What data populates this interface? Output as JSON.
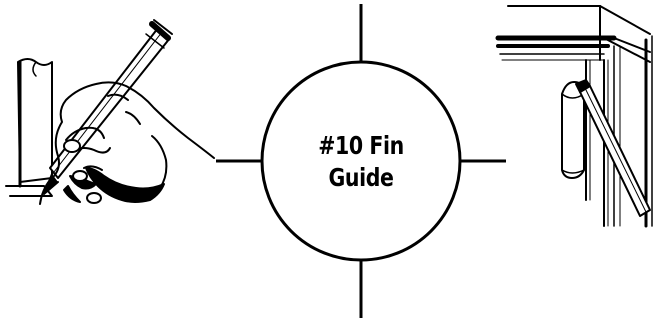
{
  "diagram": {
    "center_title_line1": "#10 Fin",
    "center_title_line2": "Guide"
  },
  "illustrations": {
    "left": "hand-marking-pipe-with-pencil",
    "right": "pencil-marking-frame-corner"
  },
  "colors": {
    "line": "#000000",
    "background": "#ffffff"
  }
}
